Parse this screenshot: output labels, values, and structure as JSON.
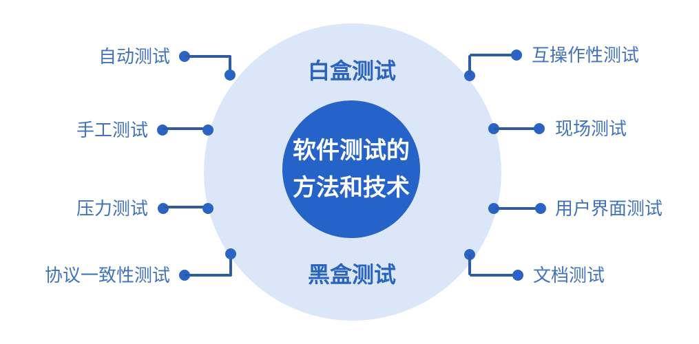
{
  "center": {
    "title_line1": "软件测试的",
    "title_line2": "方法和技术"
  },
  "categories": {
    "top": "白盒测试",
    "bottom": "黑盒测试"
  },
  "left_items": [
    {
      "label": "自动测试"
    },
    {
      "label": "手工测试"
    },
    {
      "label": "压力测试"
    },
    {
      "label": "协议一致性测试"
    }
  ],
  "right_items": [
    {
      "label": "互操作性测试"
    },
    {
      "label": "现场测试"
    },
    {
      "label": "用户界面测试"
    },
    {
      "label": "文档测试"
    }
  ],
  "colors": {
    "background": "#FFFFFF",
    "outer_circle": "#DBE7F8",
    "center_circle": "#2563C8",
    "center_text": "#FFFFFF",
    "category_text": "#2A63C0",
    "label_text": "#4173BC",
    "connector_line": "#2F5BA3",
    "connector_dot": "#2A63C4"
  }
}
